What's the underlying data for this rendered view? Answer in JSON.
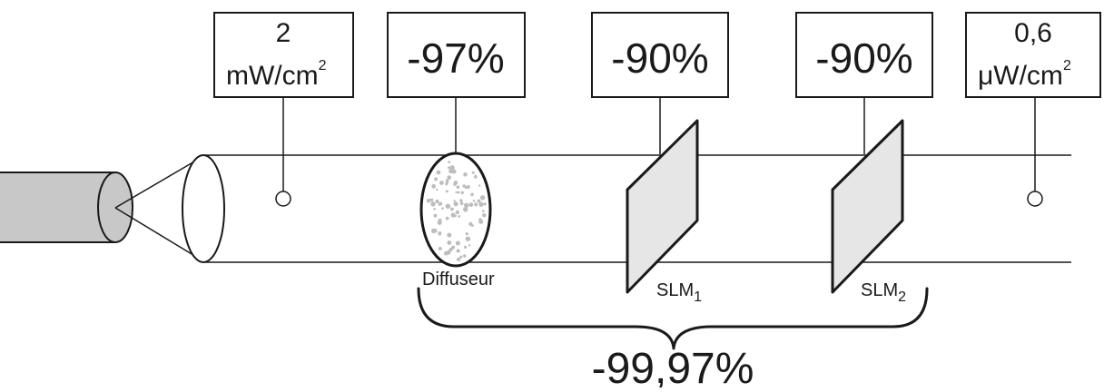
{
  "labels": {
    "power_in": {
      "value": "2",
      "unit_main": "mW/cm",
      "unit_sup": "2"
    },
    "diffuser_loss": "-97%",
    "slm1_loss": "-90%",
    "slm2_loss": "-90%",
    "power_out": {
      "value": "0,6",
      "unit_main": "μW/cm",
      "unit_sup": "2"
    },
    "diffuser_name": "Diffuseur",
    "slm1_name": {
      "main": "SLM",
      "sub": "1"
    },
    "slm2_name": {
      "main": "SLM",
      "sub": "2"
    },
    "total_loss": "-99,97%"
  },
  "colors": {
    "stroke": "#1a1a1a",
    "laser_body": "#c8c8c8",
    "laser_face": "#c8c8c8",
    "slm_fill": "#e6e6e6",
    "diffuser_dots": "#bdbdbd",
    "background": "#ffffff"
  }
}
